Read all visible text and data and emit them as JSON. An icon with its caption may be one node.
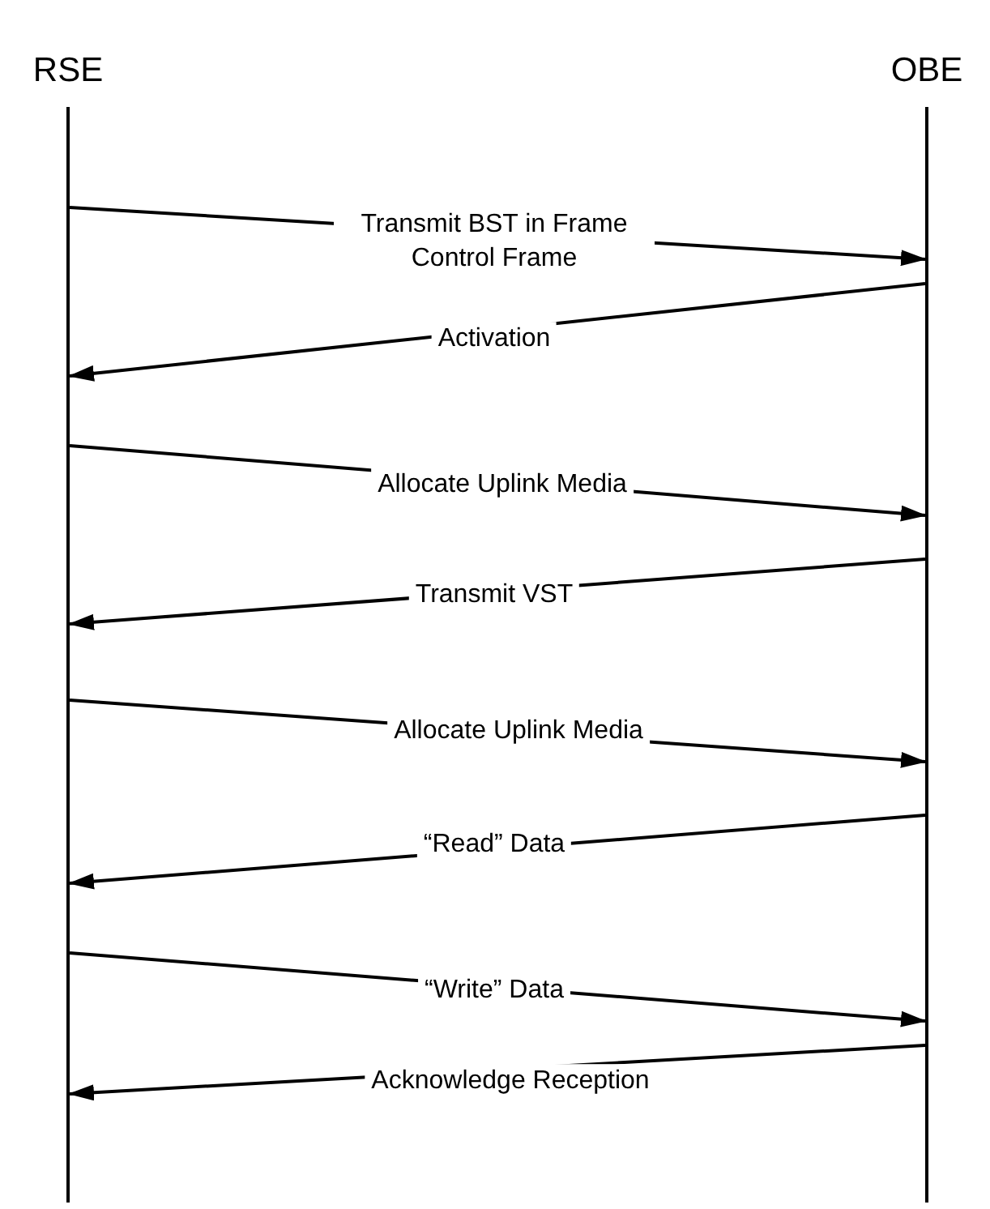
{
  "diagram": {
    "nodes": [
      {
        "text": [
          "RSE"
        ]
      },
      {
        "text": [
          "OBE"
        ]
      }
    ],
    "edges": [
      {
        "from": 0,
        "to": 1,
        "arrow": "to",
        "label": "Transmit BST in Frame Control Frame"
      },
      {
        "from": 1,
        "to": 0,
        "arrow": "to",
        "label": "Activation"
      },
      {
        "from": 0,
        "to": 1,
        "arrow": "to",
        "label": "Allocate Uplink Media"
      },
      {
        "from": 1,
        "to": 0,
        "arrow": "to",
        "label": "Transmit VST"
      },
      {
        "from": 0,
        "to": 1,
        "arrow": "to",
        "label": "Allocate Uplink Media"
      },
      {
        "from": 1,
        "to": 0,
        "arrow": "to",
        "label": "“Read” Data"
      },
      {
        "from": 0,
        "to": 1,
        "arrow": "to",
        "label": "“Write” Data"
      },
      {
        "from": 1,
        "to": 0,
        "arrow": "to",
        "label": "Acknowledge Reception"
      }
    ]
  }
}
